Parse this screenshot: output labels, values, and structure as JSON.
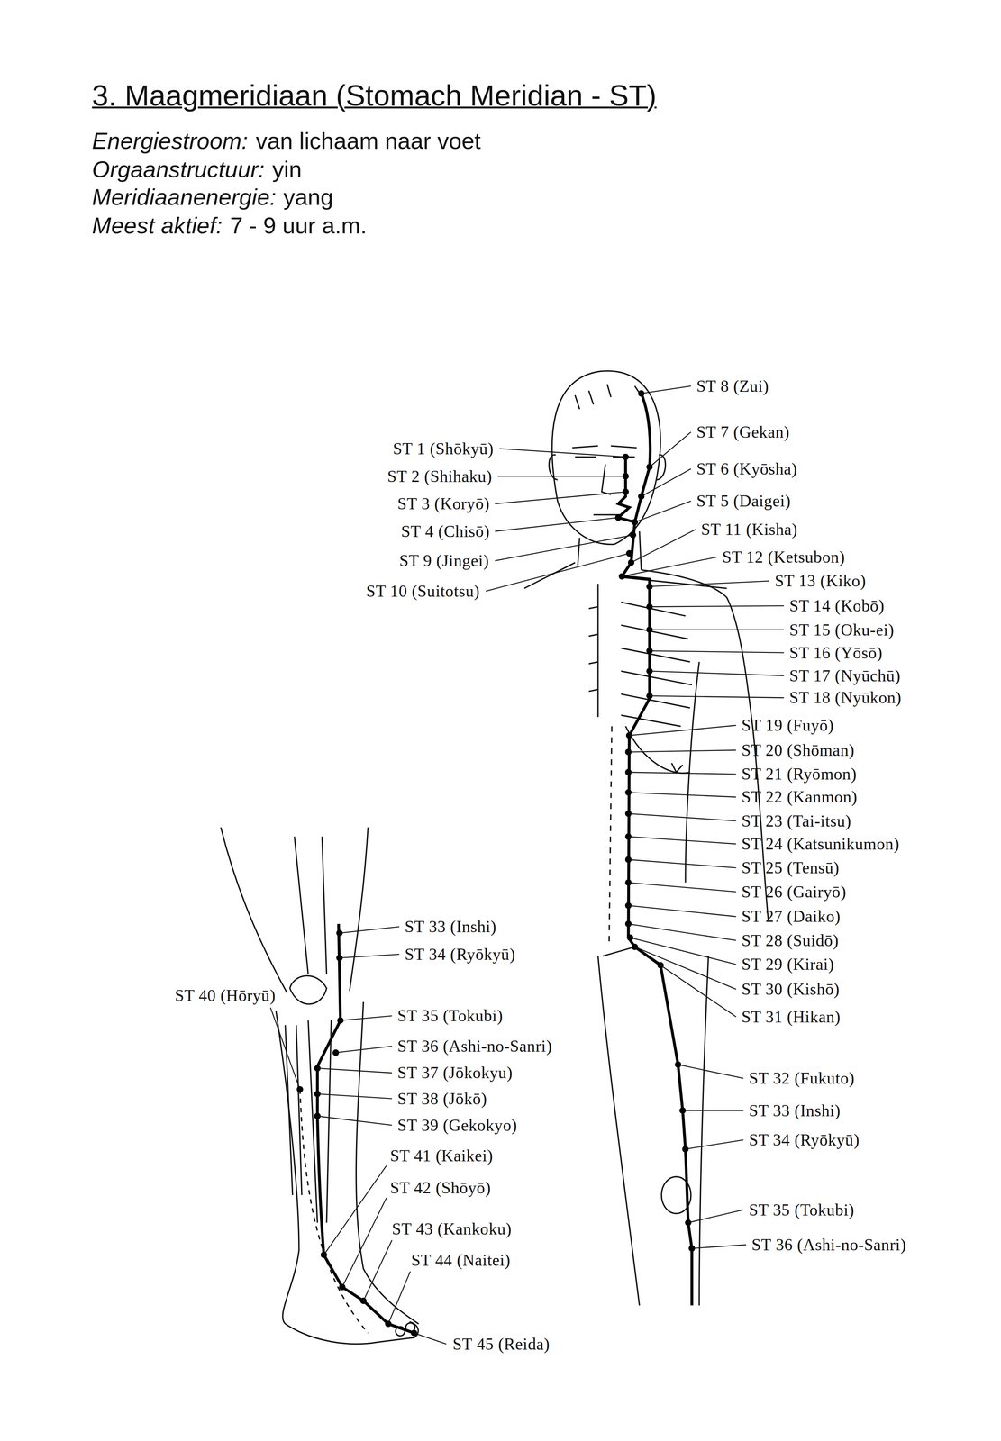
{
  "diagram": {
    "title": "3. Maagmeridiaan (Stomach Meridian - ST)",
    "labels": [
      "Energiestroom:",
      "van lichaam naar voet",
      "Orgaanstructuur:",
      "yin",
      "Meridiaanenergie:",
      "yang",
      "Meest aktief:",
      "7 - 9 uur a.m.",
      "ST 8 (Zui)",
      "ST 7 (Gekan)",
      "ST 1 (Shōkyū)",
      "ST 6 (Kyōsha)",
      "ST 2 (Shihaku)",
      "ST 3 (Koryō)",
      "ST 5 (Daigei)",
      "ST 4 (Chisō)",
      "ST 11 (Kisha)",
      "ST 9 (Jingei)",
      "ST 12 (Ketsubon)",
      "ST 10 (Suitotsu)",
      "ST 13 (Kiko)",
      "ST 14 (Kobō)",
      "ST 15 (Oku-ei)",
      "ST 16 (Yōsō)",
      "ST 17 (Nyūchū)",
      "ST 18 (Nyūkon)",
      "ST 19 (Fuyō)",
      "ST 20 (Shōman)",
      "ST 21 (Ryōmon)",
      "ST 22 (Kanmon)",
      "ST 23 (Tai-itsu)",
      "ST 24 (Katsunikumon)",
      "ST 25 (Tensū)",
      "ST 26 (Gairyō)",
      "ST 27 (Daiko)",
      "ST 33 (Inshi)",
      "ST 28 (Suidō)",
      "ST 34 (Ryōkyū)",
      "ST 29 (Kirai)",
      "ST 30 (Kishō)",
      "ST 40 (Hōryū)",
      "ST 35 (Tokubi)",
      "ST 31 (Hikan)",
      "ST 36 (Ashi-no-Sanri)",
      "ST 37 (Jōkokyu)",
      "ST 32 (Fukuto)",
      "ST 38 (Jōkō)",
      "ST 33 (Inshi)",
      "ST 39 (Gekokyo)",
      "ST 34 (Ryōkyū)",
      "ST 41 (Kaikei)",
      "ST 42 (Shōyō)",
      "ST 35 (Tokubi)",
      "ST 43 (Kankoku)",
      "ST 36 (Ashi-no-Sanri)",
      "ST 44 (Naitei)",
      "ST 45 (Reida)"
    ]
  }
}
